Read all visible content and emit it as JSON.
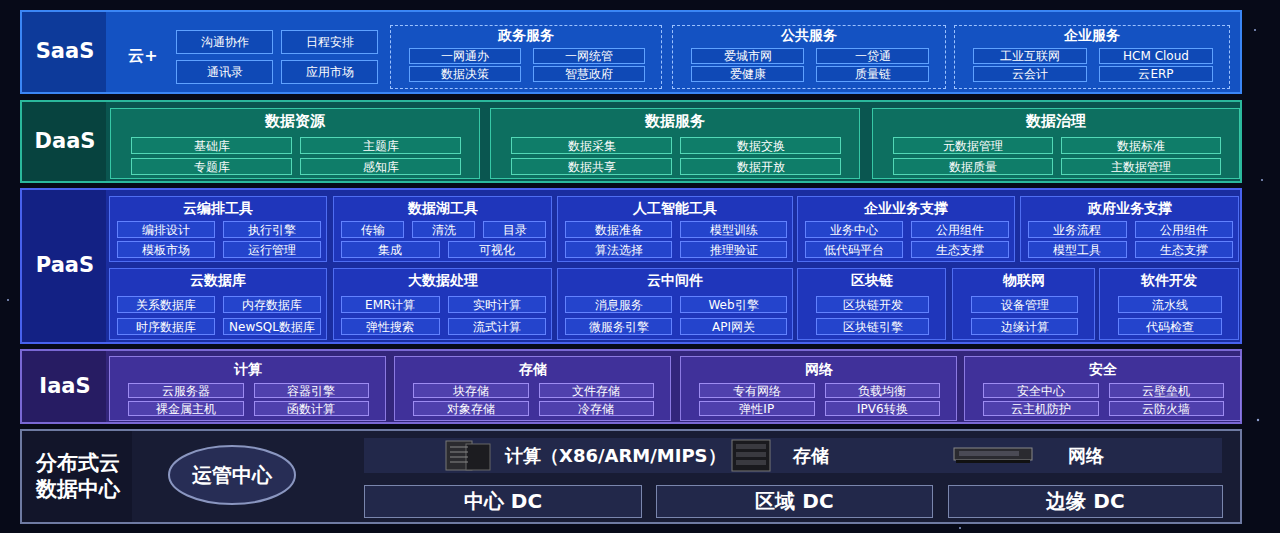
{
  "diagram": {
    "nodes": [
      {
        "text": [
          "SaaS"
        ]
      },
      {
        "text": [
          "云+"
        ],
        "in": 0
      },
      {
        "text": [
          "沟通协作"
        ],
        "in": 1
      },
      {
        "text": [
          "日程安排"
        ],
        "in": 1
      },
      {
        "text": [
          "通讯录"
        ],
        "in": 1
      },
      {
        "text": [
          "应用市场"
        ],
        "in": 1
      },
      {
        "text": [
          "政务服务"
        ],
        "in": 0
      },
      {
        "text": [
          "一网通办"
        ],
        "in": 6
      },
      {
        "text": [
          "一网统管"
        ],
        "in": 6
      },
      {
        "text": [
          "数据决策"
        ],
        "in": 6
      },
      {
        "text": [
          "智慧政府"
        ],
        "in": 6
      },
      {
        "text": [
          "公共服务"
        ],
        "in": 0
      },
      {
        "text": [
          "爱城市网"
        ],
        "in": 11
      },
      {
        "text": [
          "一贷通"
        ],
        "in": 11
      },
      {
        "text": [
          "爱健康"
        ],
        "in": 11
      },
      {
        "text": [
          "质量链"
        ],
        "in": 11
      },
      {
        "text": [
          "企业服务"
        ],
        "in": 0
      },
      {
        "text": [
          "工业互联网"
        ],
        "in": 16
      },
      {
        "text": [
          "HCM Cloud"
        ],
        "in": 16
      },
      {
        "text": [
          "云会计"
        ],
        "in": 16
      },
      {
        "text": [
          "云ERP"
        ],
        "in": 16
      },
      {
        "text": [
          "DaaS"
        ]
      },
      {
        "text": [
          "数据资源"
        ],
        "in": 21
      },
      {
        "text": [
          "基础库"
        ],
        "in": 22
      },
      {
        "text": [
          "主题库"
        ],
        "in": 22
      },
      {
        "text": [
          "专题库"
        ],
        "in": 22
      },
      {
        "text": [
          "感知库"
        ],
        "in": 22
      },
      {
        "text": [
          "数据服务"
        ],
        "in": 21
      },
      {
        "text": [
          "数据采集"
        ],
        "in": 27
      },
      {
        "text": [
          "数据交换"
        ],
        "in": 27
      },
      {
        "text": [
          "数据共享"
        ],
        "in": 27
      },
      {
        "text": [
          "数据开放"
        ],
        "in": 27
      },
      {
        "text": [
          "数据治理"
        ],
        "in": 21
      },
      {
        "text": [
          "元数据管理"
        ],
        "in": 32
      },
      {
        "text": [
          "数据标准"
        ],
        "in": 32
      },
      {
        "text": [
          "数据质量"
        ],
        "in": 32
      },
      {
        "text": [
          "主数据管理"
        ],
        "in": 32
      },
      {
        "text": [
          "PaaS"
        ]
      },
      {
        "text": [
          "云编排工具"
        ],
        "in": 37
      },
      {
        "text": [
          "编排设计"
        ],
        "in": 38
      },
      {
        "text": [
          "执行引擎"
        ],
        "in": 38
      },
      {
        "text": [
          "模板市场"
        ],
        "in": 38
      },
      {
        "text": [
          "运行管理"
        ],
        "in": 38
      },
      {
        "text": [
          "数据湖工具"
        ],
        "in": 37
      },
      {
        "text": [
          "传输"
        ],
        "in": 43
      },
      {
        "text": [
          "清洗"
        ],
        "in": 43
      },
      {
        "text": [
          "目录"
        ],
        "in": 43
      },
      {
        "text": [
          "集成"
        ],
        "in": 43
      },
      {
        "text": [
          "可视化"
        ],
        "in": 43
      },
      {
        "text": [
          "人工智能工具"
        ],
        "in": 37
      },
      {
        "text": [
          "数据准备"
        ],
        "in": 49
      },
      {
        "text": [
          "模型训练"
        ],
        "in": 49
      },
      {
        "text": [
          "算法选择"
        ],
        "in": 49
      },
      {
        "text": [
          "推理验证"
        ],
        "in": 49
      },
      {
        "text": [
          "企业业务支撑"
        ],
        "in": 37
      },
      {
        "text": [
          "业务中心"
        ],
        "in": 54
      },
      {
        "text": [
          "公用组件"
        ],
        "in": 54
      },
      {
        "text": [
          "低代码平台"
        ],
        "in": 54
      },
      {
        "text": [
          "生态支撑"
        ],
        "in": 54
      },
      {
        "text": [
          "政府业务支撑"
        ],
        "in": 37
      },
      {
        "text": [
          "业务流程"
        ],
        "in": 59
      },
      {
        "text": [
          "公用组件"
        ],
        "in": 59
      },
      {
        "text": [
          "模型工具"
        ],
        "in": 59
      },
      {
        "text": [
          "生态支撑"
        ],
        "in": 59
      },
      {
        "text": [
          "云数据库"
        ],
        "in": 37
      },
      {
        "text": [
          "关系数据库"
        ],
        "in": 64
      },
      {
        "text": [
          "内存数据库"
        ],
        "in": 64
      },
      {
        "text": [
          "时序数据库"
        ],
        "in": 64
      },
      {
        "text": [
          "NewSQL数据库"
        ],
        "in": 64
      },
      {
        "text": [
          "大数据处理"
        ],
        "in": 37
      },
      {
        "text": [
          "EMR计算"
        ],
        "in": 69
      },
      {
        "text": [
          "实时计算"
        ],
        "in": 69
      },
      {
        "text": [
          "弹性搜索"
        ],
        "in": 69
      },
      {
        "text": [
          "流式计算"
        ],
        "in": 69
      },
      {
        "text": [
          "云中间件"
        ],
        "in": 37
      },
      {
        "text": [
          "消息服务"
        ],
        "in": 74
      },
      {
        "text": [
          "Web引擎"
        ],
        "in": 74
      },
      {
        "text": [
          "微服务引擎"
        ],
        "in": 74
      },
      {
        "text": [
          "API网关"
        ],
        "in": 74
      },
      {
        "text": [
          "区块链"
        ],
        "in": 37
      },
      {
        "text": [
          "区块链开发"
        ],
        "in": 79
      },
      {
        "text": [
          "区块链引擎"
        ],
        "in": 79
      },
      {
        "text": [
          "物联网"
        ],
        "in": 37
      },
      {
        "text": [
          "设备管理"
        ],
        "in": 82
      },
      {
        "text": [
          "边缘计算"
        ],
        "in": 82
      },
      {
        "text": [
          "软件开发"
        ],
        "in": 37
      },
      {
        "text": [
          "流水线"
        ],
        "in": 85
      },
      {
        "text": [
          "代码检查"
        ],
        "in": 85
      },
      {
        "text": [
          "IaaS"
        ]
      },
      {
        "text": [
          "计算"
        ],
        "in": 88
      },
      {
        "text": [
          "云服务器"
        ],
        "in": 89
      },
      {
        "text": [
          "容器引擎"
        ],
        "in": 89
      },
      {
        "text": [
          "裸金属主机"
        ],
        "in": 89
      },
      {
        "text": [
          "函数计算"
        ],
        "in": 89
      },
      {
        "text": [
          "存储"
        ],
        "in": 88
      },
      {
        "text": [
          "块存储"
        ],
        "in": 94
      },
      {
        "text": [
          "文件存储"
        ],
        "in": 94
      },
      {
        "text": [
          "对象存储"
        ],
        "in": 94
      },
      {
        "text": [
          "冷存储"
        ],
        "in": 94
      },
      {
        "text": [
          "网络"
        ],
        "in": 88
      },
      {
        "text": [
          "专有网络"
        ],
        "in": 99
      },
      {
        "text": [
          "负载均衡"
        ],
        "in": 99
      },
      {
        "text": [
          "弹性IP"
        ],
        "in": 99
      },
      {
        "text": [
          "IPV6转换"
        ],
        "in": 99
      },
      {
        "text": [
          "安全"
        ],
        "in": 88
      },
      {
        "text": [
          "安全中心"
        ],
        "in": 104
      },
      {
        "text": [
          "云壁垒机"
        ],
        "in": 104
      },
      {
        "text": [
          "云主机防护"
        ],
        "in": 104
      },
      {
        "text": [
          "云防火墙"
        ],
        "in": 104
      },
      {
        "text": [
          "分布式云 数据中心"
        ]
      },
      {
        "text": [
          "运管中心"
        ],
        "in": 109
      },
      {
        "text": [
          "计算（X86/ARM/MIPS）",
          "存储",
          "网络"
        ],
        "in": 109
      },
      {
        "text": [
          "中心 DC"
        ],
        "in": 109
      },
      {
        "text": [
          "区域 DC"
        ],
        "in": 109
      },
      {
        "text": [
          "边缘 DC"
        ],
        "in": 109
      }
    ]
  }
}
